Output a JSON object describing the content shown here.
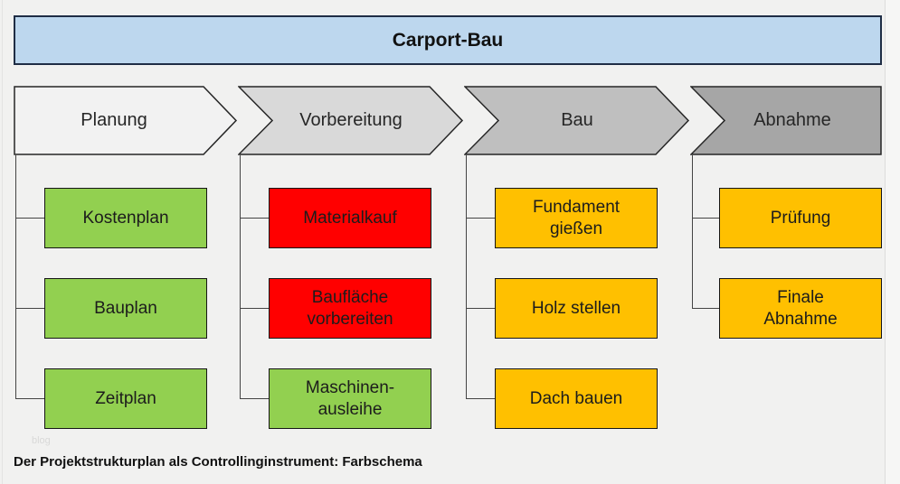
{
  "title": "Carport-Bau",
  "caption": "Der Projektstrukturplan als Controllinginstrument: Farbschema",
  "watermark": "blog",
  "colors": {
    "title_fill": "#BDD7EE",
    "title_border": "#1F2D45",
    "phase_planung": "#F2F2F2",
    "phase_vorbereitung": "#D9D9D9",
    "phase_bau": "#BFBFBF",
    "phase_abnahme": "#A6A6A6",
    "task_green": "#92D050",
    "task_red": "#FF0000",
    "task_amber": "#FFC000",
    "connector": "#444444"
  },
  "phases": [
    {
      "label": "Planung",
      "color_key": "phase_planung"
    },
    {
      "label": "Vorbereitung",
      "color_key": "phase_vorbereitung"
    },
    {
      "label": "Bau",
      "color_key": "phase_bau"
    },
    {
      "label": "Abnahme",
      "color_key": "phase_abnahme"
    }
  ],
  "columns": [
    {
      "phase": "Planung",
      "tasks": [
        {
          "label": "Kostenplan",
          "color_key": "task_green"
        },
        {
          "label": "Bauplan",
          "color_key": "task_green"
        },
        {
          "label": "Zeitplan",
          "color_key": "task_green"
        }
      ]
    },
    {
      "phase": "Vorbereitung",
      "tasks": [
        {
          "label": "Materialkauf",
          "color_key": "task_red"
        },
        {
          "label": "Baufläche\nvorbereiten",
          "color_key": "task_red"
        },
        {
          "label": "Maschinen-\nausleihe",
          "color_key": "task_green"
        }
      ]
    },
    {
      "phase": "Bau",
      "tasks": [
        {
          "label": "Fundament\ngießen",
          "color_key": "task_amber"
        },
        {
          "label": "Holz stellen",
          "color_key": "task_amber"
        },
        {
          "label": "Dach bauen",
          "color_key": "task_amber"
        }
      ]
    },
    {
      "phase": "Abnahme",
      "tasks": [
        {
          "label": "Prüfung",
          "color_key": "task_amber"
        },
        {
          "label": "Finale\nAbnahme",
          "color_key": "task_amber"
        }
      ]
    }
  ]
}
